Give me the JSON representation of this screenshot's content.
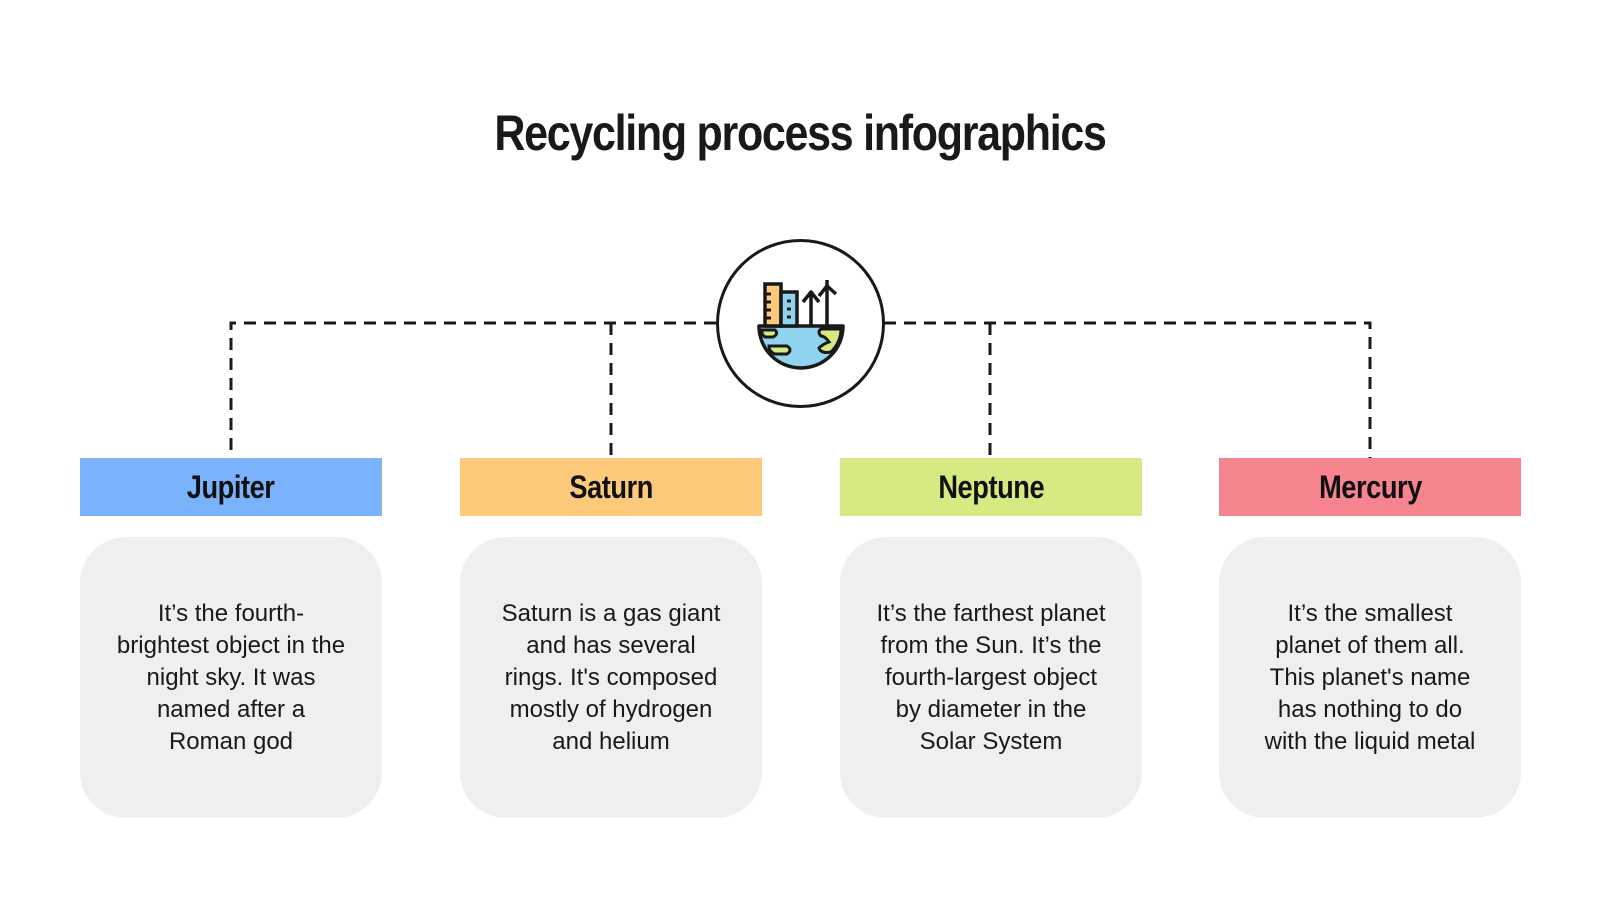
{
  "title": "Recycling process infographics",
  "hub": {
    "icon": "eco-city-globe-icon"
  },
  "colors": {
    "jupiter": "#7ab3fb",
    "saturn": "#fdca7c",
    "neptune": "#d6ea84",
    "mercury": "#f5848e",
    "card_bg": "#efefef",
    "line": "#191919"
  },
  "columns": [
    {
      "label": "Jupiter",
      "color": "#7ab3fb",
      "description": "It’s the fourth-brightest object in the night sky. It was named after a Roman god"
    },
    {
      "label": "Saturn",
      "color": "#fdca7c",
      "description": "Saturn is a gas giant and has several rings. It's composed mostly of hydrogen and helium"
    },
    {
      "label": "Neptune",
      "color": "#d6ea84",
      "description": "It’s the farthest planet from the Sun. It’s the fourth-largest object by diameter in the Solar System"
    },
    {
      "label": "Mercury",
      "color": "#f5848e",
      "description": "It’s the smallest planet of them all. This planet's name has nothing to do with the liquid metal"
    }
  ]
}
